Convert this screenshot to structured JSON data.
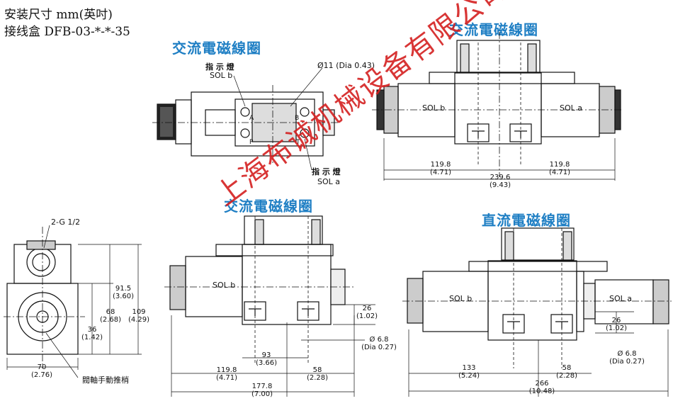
{
  "header": {
    "line1": "安装尺寸 mm(英吋)",
    "line2": "接线盒 DFB-03-*-*-35"
  },
  "titles": {
    "ac1": "交流電磁線圈",
    "ac2": "交流電磁線圈",
    "ac3": "交流電磁線圈",
    "dc": "直流電磁線圈"
  },
  "labels": {
    "indicator_top": "指 示 燈",
    "sol_b_top": "SOL b",
    "dia_11": "Ø11 (Dia 0.43)",
    "indicator_bottom": "指 示 燈",
    "sol_a_bottom": "SOL a",
    "port_a": "A",
    "port_b": "B",
    "port_p": "P",
    "port_t": "T",
    "g_thread": "2-G 1/2",
    "manual": "閥軸手動推梢",
    "ac_sol_b": "SOL b",
    "ac_sol_a": "SOL a",
    "ac3_sol_b": "SOL b",
    "dc_sol_b": "SOL b",
    "dc_sol_a": "SOL a"
  },
  "dims": {
    "tr_left": {
      "mm": "119.8",
      "in": "(4.71)"
    },
    "tr_right": {
      "mm": "119.8",
      "in": "(4.71)"
    },
    "tr_total": {
      "mm": "239.6",
      "in": "(9.43)"
    },
    "side_915": {
      "mm": "91.5",
      "in": "(3.60)"
    },
    "side_68": {
      "mm": "68",
      "in": "(2.68)"
    },
    "side_36": {
      "mm": "36",
      "in": "(1.42)"
    },
    "side_109": {
      "mm": "109",
      "in": "(4.29)"
    },
    "side_70": {
      "mm": "70",
      "in": "(2.76)"
    },
    "bm_26": {
      "mm": "26",
      "in": "(1.02)"
    },
    "bm_68": {
      "mm": "Ø 6.8",
      "in": "(Dia 0.27)"
    },
    "bm_93": {
      "mm": "93",
      "in": "(3.66)"
    },
    "bm_1198": {
      "mm": "119.8",
      "in": "(4.71)"
    },
    "bm_58": {
      "mm": "58",
      "in": "(2.28)"
    },
    "bm_1778": {
      "mm": "177.8",
      "in": "(7.00)"
    },
    "br_26": {
      "mm": "26",
      "in": "(1.02)"
    },
    "br_68": {
      "mm": "Ø 6.8",
      "in": "(Dia 0.27)"
    },
    "br_133": {
      "mm": "133",
      "in": "(5.24)"
    },
    "br_58": {
      "mm": "58",
      "in": "(2.28)"
    },
    "br_266": {
      "mm": "266",
      "in": "(10.48)"
    }
  },
  "watermark": "上海布诚机械设备有限公司",
  "colors": {
    "title": "#1f7fc4",
    "watermark": "#d42020",
    "line": "#111111"
  }
}
